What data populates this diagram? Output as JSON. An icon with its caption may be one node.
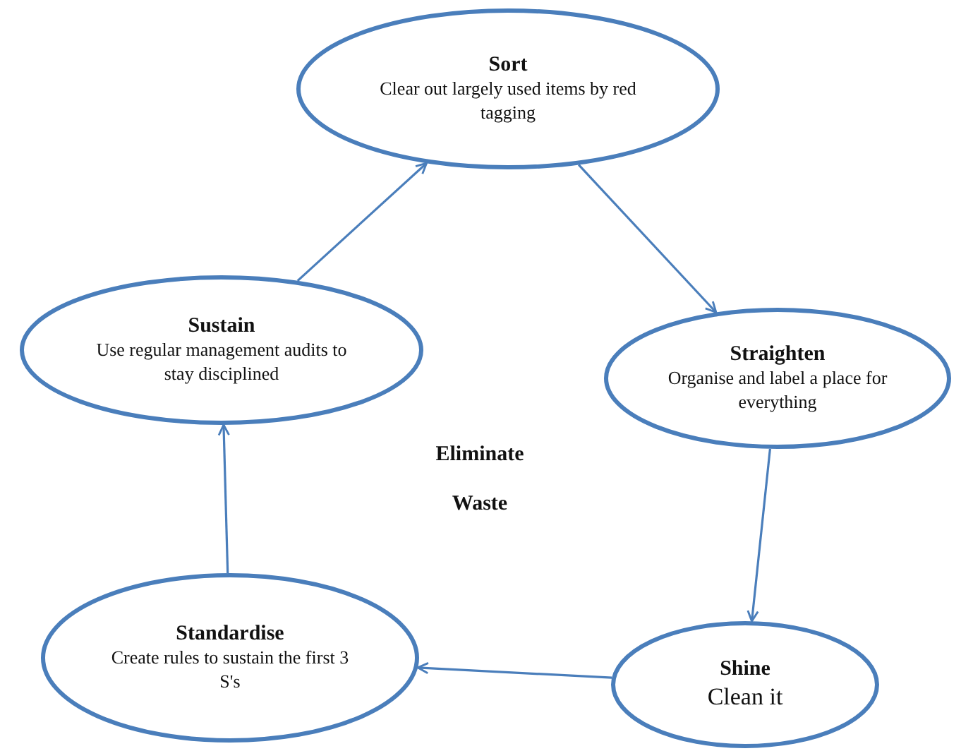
{
  "diagram": {
    "nodes": [
      {
        "text": [
          "Sort",
          "Clear out largely used items by red tagging"
        ]
      },
      {
        "text": [
          "Straighten",
          "Organise and label a place for everything"
        ]
      },
      {
        "text": [
          "Shine",
          "Clean it"
        ]
      },
      {
        "text": [
          "Standardise",
          "Create rules to sustain the first 3 S's"
        ]
      },
      {
        "text": [
          "Sustain",
          "Use regular management audits to stay disciplined"
        ]
      }
    ],
    "edges": [
      {
        "from": 0,
        "to": 1,
        "arrow": "to"
      },
      {
        "from": 1,
        "to": 2,
        "arrow": "to"
      },
      {
        "from": 2,
        "to": 3,
        "arrow": "to"
      },
      {
        "from": 3,
        "to": 4,
        "arrow": "to"
      },
      {
        "from": 4,
        "to": 0,
        "arrow": "to"
      }
    ],
    "labels": [
      "Eliminate Waste"
    ]
  }
}
